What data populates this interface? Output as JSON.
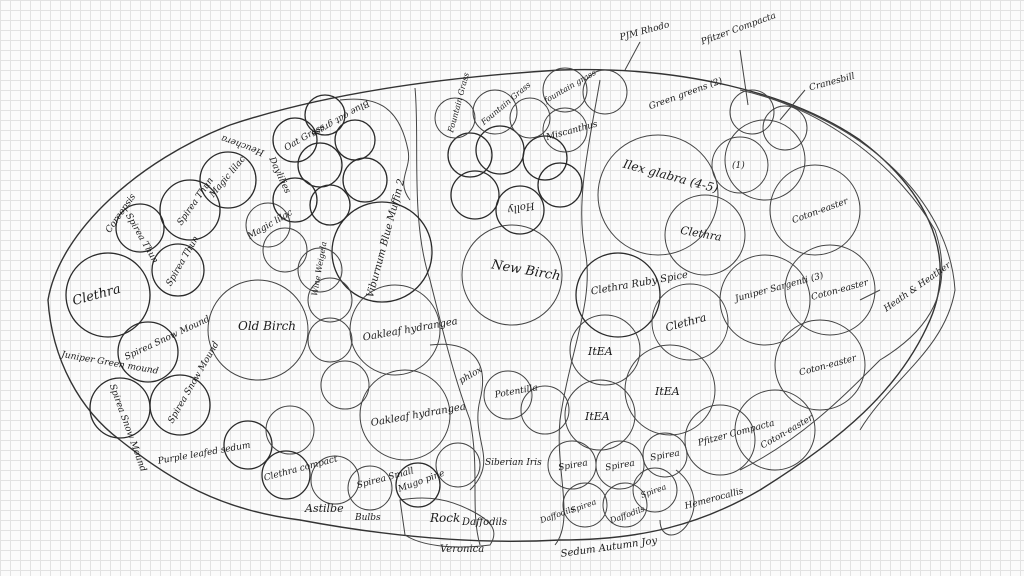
{
  "labels": {
    "clethra_left": "Clethra",
    "juniper_green_mound": "Juniper Green mound",
    "spirea_thun_1": "Spirea Thun",
    "spirea_thun_2": "Spirea Thun",
    "spirea_thun_3": "Spirea Thun",
    "coreopsis": "Coreopsis",
    "spirea_snow_mound_1": "Spirea Snow Mound",
    "spirea_snow_mound_2": "Spirea Snow Mound",
    "spirea_snow_mound_3": "Spirea Snow Mound",
    "purple_leafed_sedum": "Purple leafed sedum",
    "heuchera": "Heuchera",
    "magic_lilac_1": "Magic lilac",
    "magic_lilac_2": "Magic lilac",
    "oat_grass": "Oat Grass",
    "blue_oat_grass": "Blue oat grass",
    "daylilies": "Daylilies",
    "viburnum": "Viburnum Blue Muffin 2",
    "old_birch": "Old Birch",
    "weigela": "Wine Weigela",
    "oakleaf_hydrangea_1": "Oakleaf hydrangea",
    "oakleaf_hydrangea_2": "Oakleaf hydrangea",
    "clethra_compact": "Clethra compact",
    "spirea_small": "Spirea Small",
    "mugo_pine": "Mugo pine",
    "astilbe": "Astilbe",
    "bulbs": "Bulbs",
    "rock": "Rock",
    "daffodils_1": "Daffodils",
    "daffodils_2": "Daffodils",
    "daffodils_3": "Daffodils",
    "veronica": "Veronica",
    "new_birch": "New Birch",
    "holly": "Holly",
    "fountain_grass_1": "Fountain Grass",
    "fountain_grass_2": "Fountain Grass",
    "fountain_grass_3": "fountain grass",
    "miscanthus": "Miscanthus",
    "pjm_rhodo": "PJM Rhodo",
    "pfitzer_compacta_top": "Pfitzer Compacta",
    "green_greens": "Green greens (2)",
    "cranesbill": "Cranesbill",
    "ilex_glabra": "Ilex glabra (4-5)",
    "clethra_right_1": "Clethra",
    "clethra_right_2": "Clethra",
    "clethra_ruby_spice": "Clethra Ruby Spice",
    "itea_1": "ItEA",
    "itea_2": "ItEA",
    "itea_3": "ItEA",
    "juniper_sargenti": "Juniper Sargenti (3)",
    "cotoneaster_1": "Coton-easter",
    "cotoneaster_2": "Coton-easter",
    "cotoneaster_3": "Coton-easter",
    "cotoneaster_4": "Coton-easter",
    "heath_heather": "Heath & Heather",
    "phlox": "phlox",
    "potentilla": "Potentilla",
    "siberian_iris": "Siberian Iris",
    "spirea_row_1": "Spirea",
    "spirea_row_2": "Spirea",
    "spirea_row_3": "Spirea",
    "spirea_row_4": "Spirea",
    "spirea_row_5": "Spirea",
    "pfitzer_compacta_bottom": "Pfitzer Compacta",
    "hemerocallis": "Hemerocallis",
    "sedum_autumn_joy": "Sedum Autumn Joy",
    "one": "(1)"
  }
}
